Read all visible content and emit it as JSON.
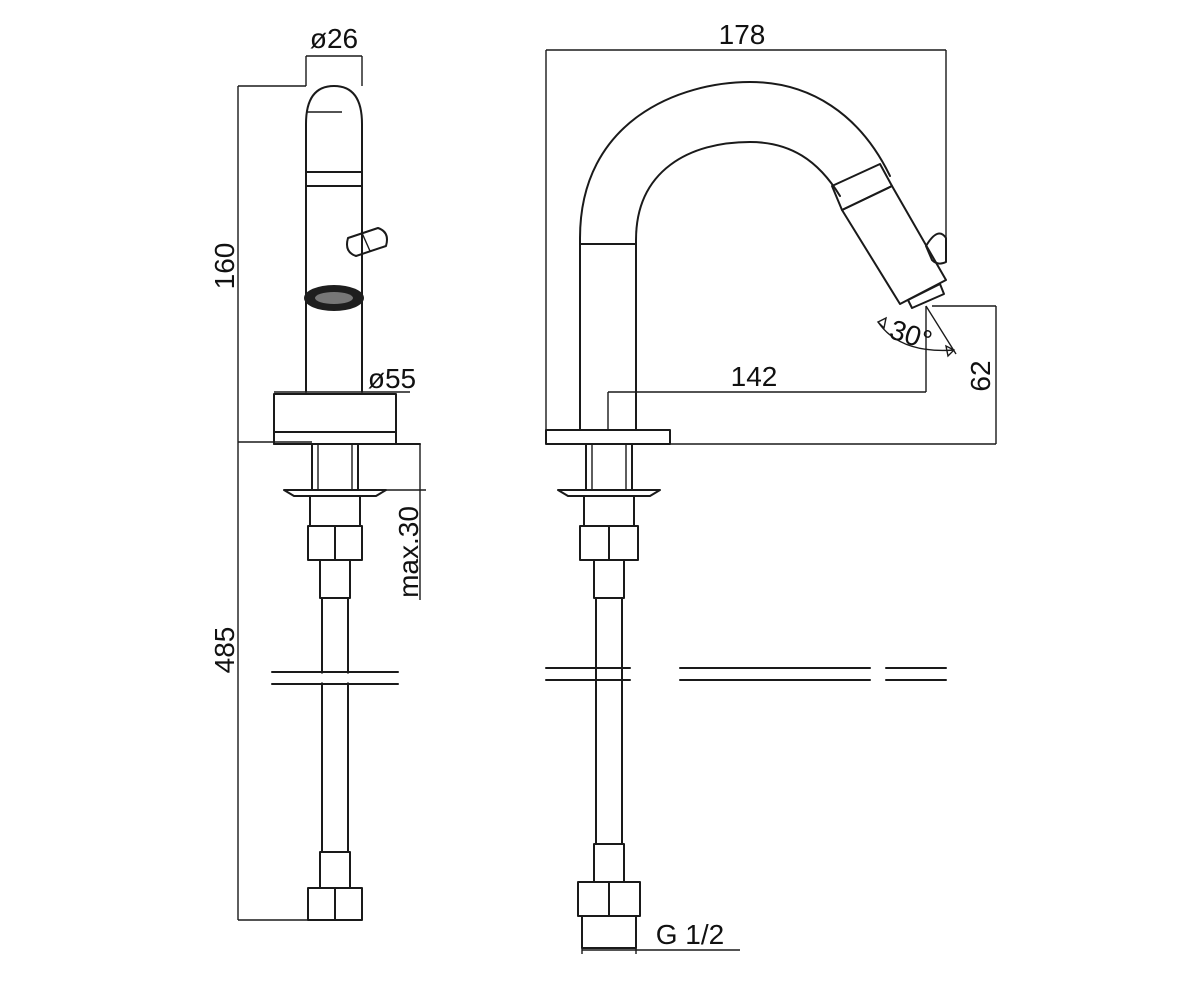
{
  "dimensions": {
    "side_diameter_top": "ø26",
    "side_height": "160",
    "side_base_diameter": "ø55",
    "side_max_thickness": "max.30",
    "side_hose_length": "485",
    "front_width": "178",
    "front_reach": "142",
    "front_spout_height": "62",
    "front_angle": "30°",
    "front_thread": "G 1/2"
  },
  "colors": {
    "line": "#1a1a1a",
    "background": "#ffffff"
  }
}
